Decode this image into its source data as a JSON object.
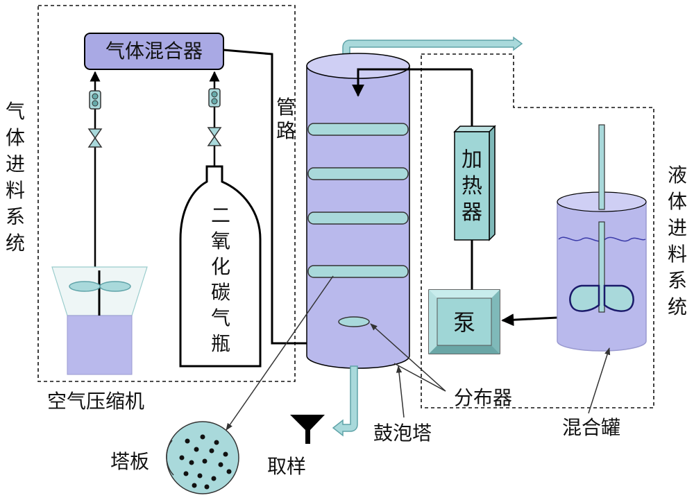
{
  "labels": {
    "gas_mixer": "气体混合器",
    "gas_feed_system": [
      "气",
      "体",
      "进",
      "料",
      "系",
      "统"
    ],
    "pipeline": [
      "管",
      "路"
    ],
    "co2_cylinder": [
      "二",
      "氧",
      "化",
      "碳",
      "气",
      "瓶"
    ],
    "air_compressor": "空气压缩机",
    "heater": [
      "加",
      "热",
      "器"
    ],
    "pump": "泵",
    "liquid_feed_system": [
      "液",
      "体",
      "进",
      "料",
      "系",
      "统"
    ],
    "distributor": "分布器",
    "bubble_column": "鼓泡塔",
    "mixing_tank": "混合罐",
    "tray": "塔板",
    "sampling": "取样"
  },
  "colors": {
    "vessel_fill": "#b9b9ec",
    "vessel_top": "#cfcff4",
    "pipe_fill": "#a9d9db",
    "pipe_stroke": "#5fa3a8",
    "mixer_fill": "#a9a9e4",
    "equipment_fill": "#9fd6d6",
    "line": "#000000"
  }
}
